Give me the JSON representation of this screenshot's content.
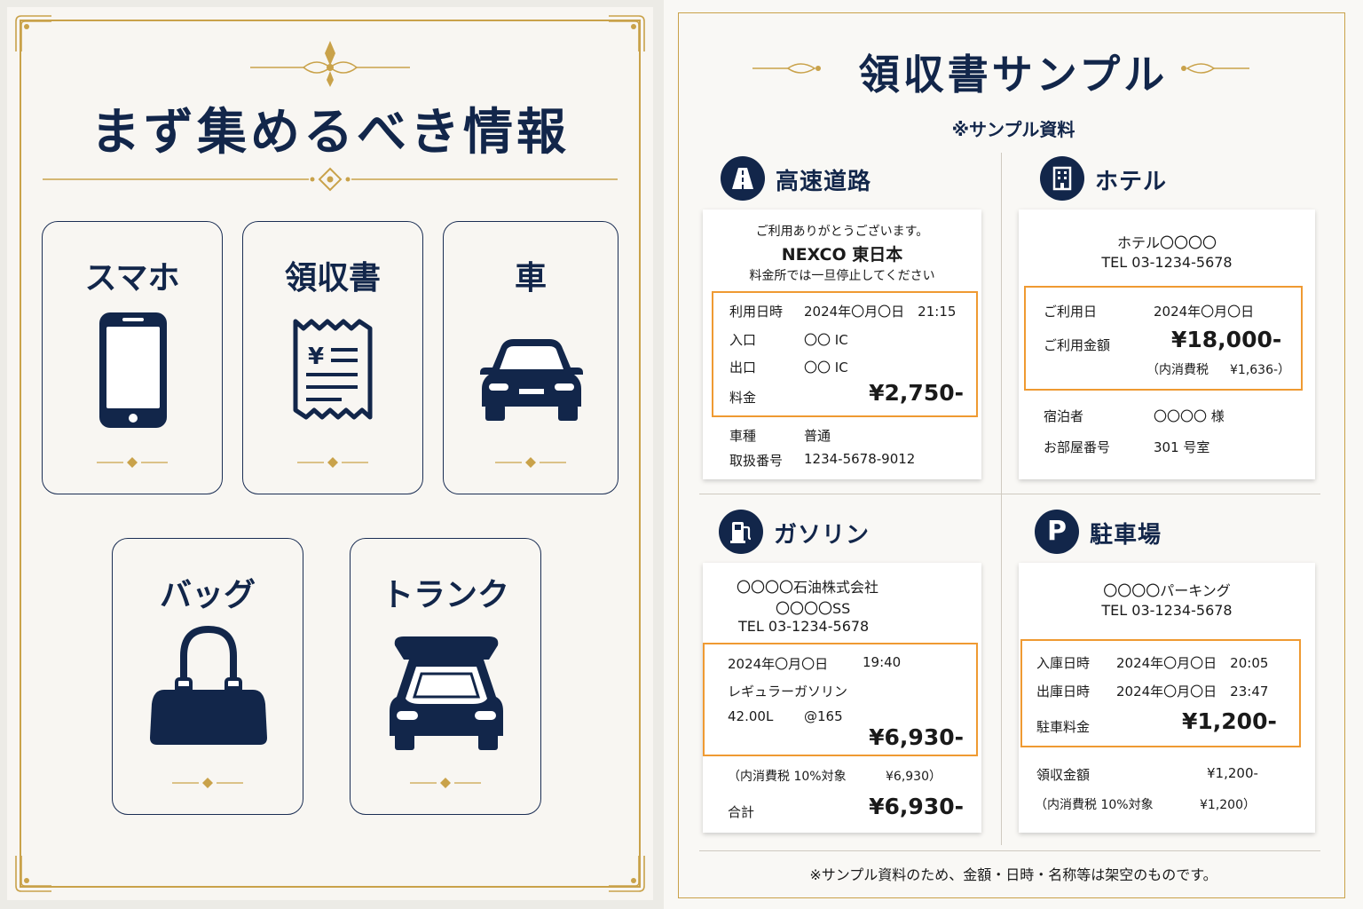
{
  "colors": {
    "navy": "#12264a",
    "gold": "#c9a24a",
    "highlight": "#ef9a32"
  },
  "left": {
    "title": "まず集めるべき情報",
    "cards": [
      {
        "label": "スマホ",
        "icon": "smartphone-icon"
      },
      {
        "label": "領収書",
        "icon": "receipt-icon",
        "icon_text": "¥"
      },
      {
        "label": "車",
        "icon": "car-icon"
      },
      {
        "label": "バッグ",
        "icon": "handbag-icon"
      },
      {
        "label": "トランク",
        "icon": "car-trunk-icon"
      }
    ]
  },
  "right": {
    "title": "領収書サンプル",
    "subtitle": "※サンプル資料",
    "footnote": "※サンプル資料のため、金額・日時・名称等は架空のものです。",
    "highway": {
      "heading": "高速道路",
      "icon": "highway-road-icon",
      "thanks": "ご利用ありがとうございます。",
      "company": "NEXCO 東日本",
      "notice": "料金所では一旦停止してください",
      "rows": [
        {
          "label": "利用日時",
          "value": "2024年〇月〇日　21:15"
        },
        {
          "label": "入口",
          "value": "〇〇 IC"
        },
        {
          "label": "出口",
          "value": "〇〇 IC"
        },
        {
          "label": "料金",
          "value": "¥2,750-"
        }
      ],
      "extra": [
        {
          "label": "車種",
          "value": "普通"
        },
        {
          "label": "取扱番号",
          "value": "1234-5678-9012"
        }
      ]
    },
    "hotel": {
      "heading": "ホテル",
      "icon": "hotel-building-icon",
      "name": "ホテル〇〇〇〇",
      "tel": "TEL 03-1234-5678",
      "date_label": "ご利用日",
      "date_value": "2024年〇月〇日",
      "amount_label": "ご利用金額",
      "amount_value": "¥18,000-",
      "tax_label": "（内消費税",
      "tax_value": "¥1,636-）",
      "guest_label": "宿泊者",
      "guest_value": "〇〇〇〇 様",
      "room_label": "お部屋番号",
      "room_value": "301 号室"
    },
    "gasoline": {
      "heading": "ガソリン",
      "icon": "fuel-pump-icon",
      "company": "〇〇〇〇石油株式会社",
      "station": "〇〇〇〇SS",
      "tel": "TEL 03-1234-5678",
      "date": "2024年〇月〇日",
      "time": "19:40",
      "product": "レギュラーガソリン",
      "volume": "42.00L",
      "unit_price": "@165",
      "amount": "¥6,930-",
      "tax_label": "（内消費税 10%対象",
      "tax_value": "¥6,930）",
      "total_label": "合計",
      "total_value": "¥6,930-"
    },
    "parking": {
      "heading": "駐車場",
      "icon_letter": "P",
      "name": "〇〇〇〇パーキング",
      "tel": "TEL 03-1234-5678",
      "in_label": "入庫日時",
      "in_value": "2024年〇月〇日　20:05",
      "out_label": "出庫日時",
      "out_value": "2024年〇月〇日　23:47",
      "fee_label": "駐車料金",
      "fee_value": "¥1,200-",
      "received_label": "領収金額",
      "received_value": "¥1,200-",
      "tax_label": "（内消費税 10%対象",
      "tax_value": "¥1,200）"
    }
  }
}
